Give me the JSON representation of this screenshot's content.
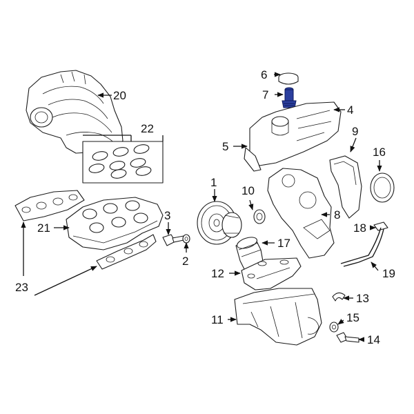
{
  "diagram": {
    "highlight_color": "#2b3f9e",
    "highlighted_part": "7",
    "callouts": {
      "c1": "1",
      "c2": "2",
      "c3": "3",
      "c4": "4",
      "c5": "5",
      "c6": "6",
      "c7": "7",
      "c8": "8",
      "c9": "9",
      "c10": "10",
      "c11": "11",
      "c12": "12",
      "c13": "13",
      "c14": "14",
      "c15": "15",
      "c16": "16",
      "c17": "17",
      "c18": "18",
      "c19": "19",
      "c20": "20",
      "c21": "21",
      "c22": "22",
      "c23": "23"
    }
  }
}
